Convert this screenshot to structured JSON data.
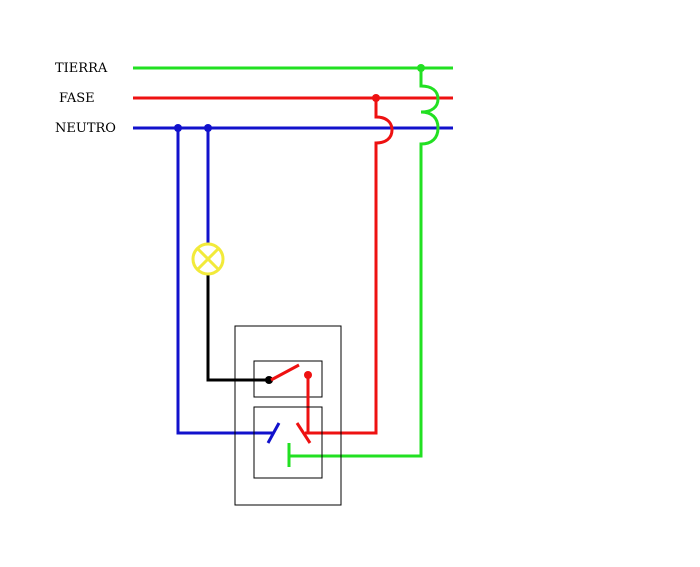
{
  "labels": {
    "tierra": "TIERRA",
    "fase": "FASE",
    "neutro": "NEUTRO"
  },
  "colors": {
    "tierra": "#22e022",
    "fase": "#ee1111",
    "neutro": "#1111cc",
    "lamp": "#f2ea3a",
    "return_wire": "#000000",
    "box_outline": "#000000"
  },
  "components": {
    "lamp": "lamp-icon",
    "switch": "switch-icon",
    "socket": "socket-icon"
  }
}
